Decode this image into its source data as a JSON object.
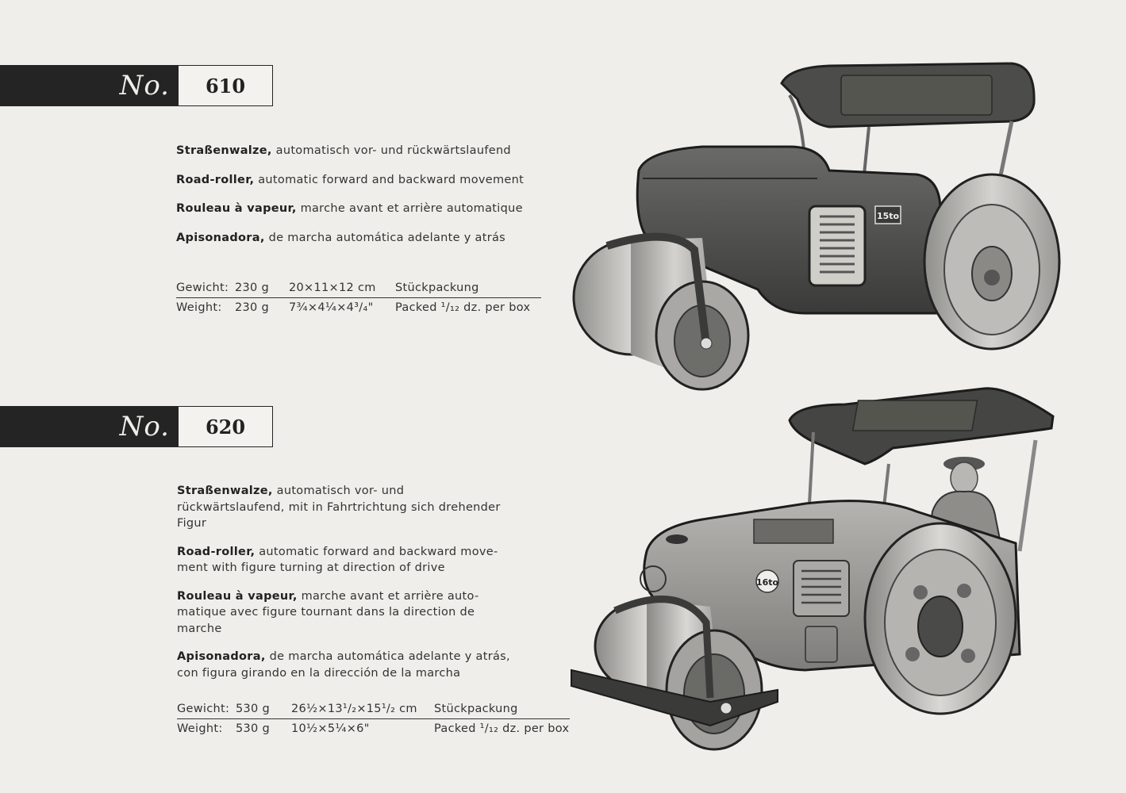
{
  "items": [
    {
      "no_mark": "No.",
      "number": "610",
      "lines": [
        {
          "bold": "Straßenwalze,",
          "text": " automatisch vor- und rückwärtslaufend"
        },
        {
          "bold": "Road-roller,",
          "text": " automatic forward and backward movement"
        },
        {
          "bold": "Rouleau à vapeur,",
          "text": " marche avant et arrière automatique"
        },
        {
          "bold": "Apisonadora,",
          "text": " de marcha automática adelante y atrás"
        }
      ],
      "specs": [
        {
          "label": "Gewicht:",
          "weight": "230 g",
          "size": "20×11×12 cm",
          "pack": "Stückpackung"
        },
        {
          "label": "Weight:",
          "weight": "230 g",
          "size": "7¾×4¼×4³/₄\"",
          "pack": "Packed ¹/₁₂ dz. per box"
        }
      ],
      "plate": "15to"
    },
    {
      "no_mark": "No.",
      "number": "620",
      "lines": [
        {
          "bold": "Straßenwalze,",
          "text": " automatisch vor- und rückwärtslaufend, mit in Fahrtrichtung sich drehender Figur"
        },
        {
          "bold": "Road-roller,",
          "text": " automatic forward and backward move-ment with figure turning at direction of drive"
        },
        {
          "bold": "Rouleau à vapeur,",
          "text": " marche avant et arrière auto-matique avec figure tournant dans la direction de marche"
        },
        {
          "bold": "Apisonadora,",
          "text": " de marcha automática adelante y atrás, con figura girando en la dirección de la marcha"
        }
      ],
      "specs": [
        {
          "label": "Gewicht:",
          "weight": "530 g",
          "size": "26½×13¹/₂×15¹/₂ cm",
          "pack": "Stückpackung"
        },
        {
          "label": "Weight:",
          "weight": "530 g",
          "size": "10½×5¼×6\"",
          "pack": "Packed ¹/₁₂ dz. per box"
        }
      ],
      "plate": "16to"
    }
  ]
}
